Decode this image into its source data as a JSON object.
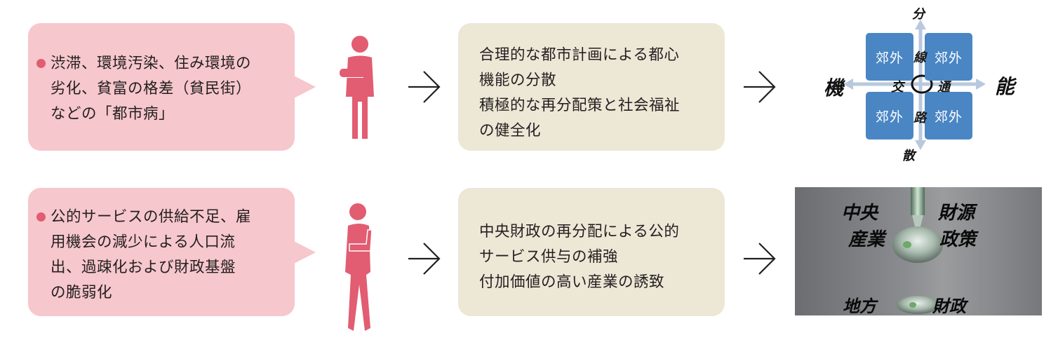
{
  "rows": [
    {
      "problem": "渋滞、環境汚染、住み環境の\n劣化、貧富の格差（貧民街）\nなどの「都市病」",
      "solution": "合理的な都市計画による都心\n機能の分散\n積極的な再分配策と社会福祉\nの健全化"
    },
    {
      "problem": "公的サービスの供給不足、雇\n用機会の減少による人口流\n出、過疎化および財政基盤\nの脆弱化",
      "solution": "中央財政の再分配による公的\nサービス供与の補強\n付加価値の高い産業の誘致"
    }
  ],
  "grid_figure": {
    "cells": [
      "郊外",
      "郊外",
      "郊外",
      "郊外"
    ],
    "hand_top": "分",
    "hand_bottom": "散",
    "hand_left": "機",
    "hand_right": "能",
    "hand_center_left": "交",
    "hand_center_right": "通",
    "hand_vertical_upper": "線",
    "hand_vertical_lower": "路"
  },
  "photo_figure": {
    "label_top_left_1": "中央",
    "label_top_left_2": "産業",
    "label_top_right_1": "財源",
    "label_top_right_2": "政策",
    "label_bottom_left": "地方",
    "label_bottom_right": "財政"
  },
  "colors": {
    "problem_bg": "#f6c7cc",
    "solution_bg": "#ede7d6",
    "person": "#e25c72",
    "cell": "#4a86c4"
  }
}
